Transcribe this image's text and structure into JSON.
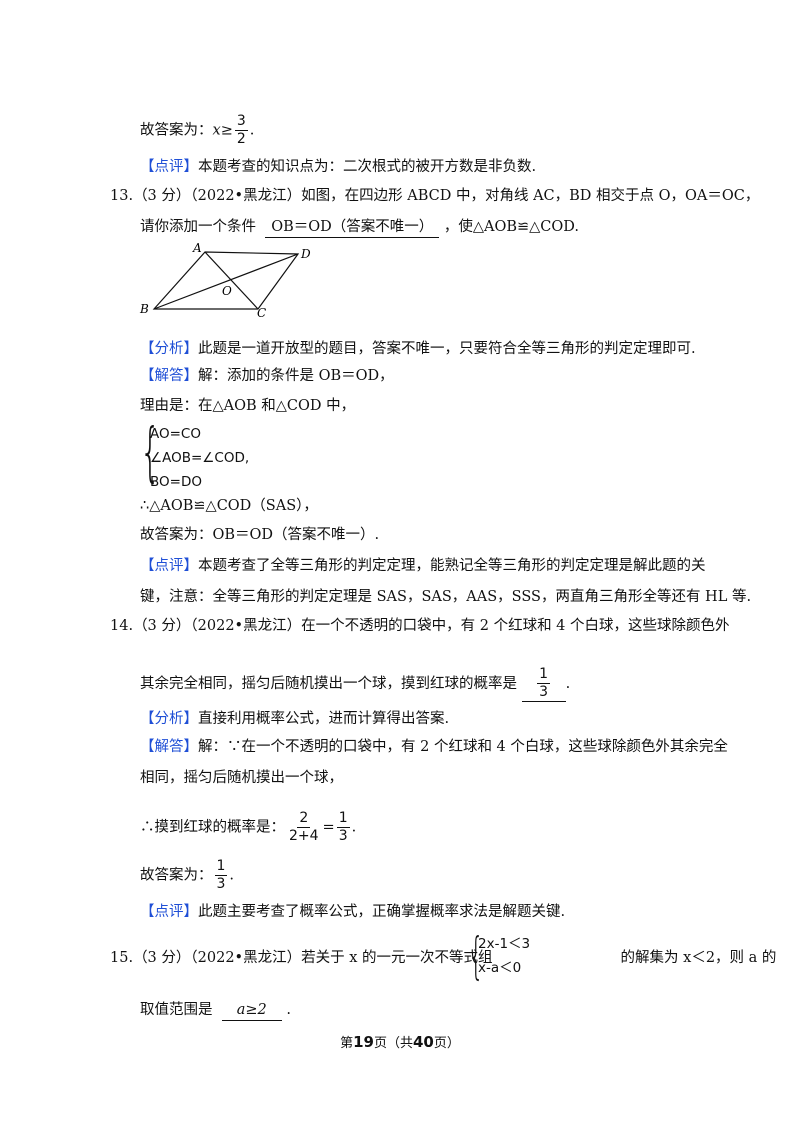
{
  "q12_tail": {
    "answer_prefix": "故答案为：",
    "answer_var": "x",
    "answer_op": "≥",
    "answer_num": "3",
    "answer_den": "2",
    "answer_end": ".",
    "comment_tag": "【点评】",
    "comment_text": "本题考查的知识点为：二次根式的被开方数是非负数."
  },
  "q13": {
    "number": "13.",
    "score": "（3 分）",
    "source": "（2022•黑龙江）",
    "stem1": "如图，在四边形 ABCD 中，对角线 AC，BD 相交于点 O，OA＝OC，",
    "stem2_pre": "请你添加一个条件",
    "blank": "OB＝OD（答案不唯一）",
    "stem2_post": "，使△AOB≌△COD.",
    "figure": {
      "A": "A",
      "B": "B",
      "C": "C",
      "D": "D",
      "O": "O"
    },
    "analysis_tag": "【分析】",
    "analysis": "此题是一道开放型的题目，答案不唯一，只要符合全等三角形的判定定理即可.",
    "solution_tag": "【解答】",
    "solution1": "解：添加的条件是 OB＝OD，",
    "solution2": "理由是：在△AOB 和△COD 中，",
    "sys1": "AO=CO",
    "sys2": "∠AOB=∠COD,",
    "sys3": "BO=DO",
    "therefore": "∴△AOB≌△COD（SAS），",
    "answer": "故答案为：OB＝OD（答案不唯一）.",
    "comment_tag": "【点评】",
    "comment1": "本题考查了全等三角形的判定定理，能熟记全等三角形的判定定理是解此题的关",
    "comment2": "键，注意：全等三角形的判定定理是 SAS，SAS，AAS，SSS，两直角三角形全等还有 HL 等."
  },
  "q14": {
    "number": "14.",
    "score": "（3 分）",
    "source": "（2022•黑龙江）",
    "stem1": "在一个不透明的口袋中，有 2 个红球和 4 个白球，这些球除颜色外",
    "stem2_pre": "其余完全相同，摇匀后随机摸出一个球，摸到红球的概率是",
    "blank_num": "1",
    "blank_den": "3",
    "stem2_post": ".",
    "analysis_tag": "【分析】",
    "analysis": "直接利用概率公式，进而计算得出答案.",
    "solution_tag": "【解答】",
    "solution1": "解：∵在一个不透明的口袋中，有 2 个红球和 4 个白球，这些球除颜色外其余完全",
    "solution2": "相同，摇匀后随机摸出一个球，",
    "prob_pre": "∴摸到红球的概率是：",
    "prob_num1": "2",
    "prob_den1": "2+4",
    "prob_eq": "=",
    "prob_num2": "1",
    "prob_den2": "3",
    "prob_end": ".",
    "answer_pre": "故答案为：",
    "answer_num": "1",
    "answer_den": "3",
    "answer_end": ".",
    "comment_tag": "【点评】",
    "comment": "此题主要考查了概率公式，正确掌握概率求法是解题关键."
  },
  "q15": {
    "number": "15.",
    "score": "（3 分）",
    "source": "（2022•黑龙江）",
    "stem_pre": "若关于 x 的一元一次不等式组",
    "sys1": "2x-1＜3",
    "sys2": "x-a＜0",
    "stem_post": "的解集为 x＜2，则 a 的",
    "stem2_pre": "取值范围是",
    "blank": "a≥2",
    "stem2_post": "."
  },
  "footer": {
    "pre": "第",
    "page": "19",
    "mid": "页（共",
    "total": "40",
    "post": "页）"
  }
}
